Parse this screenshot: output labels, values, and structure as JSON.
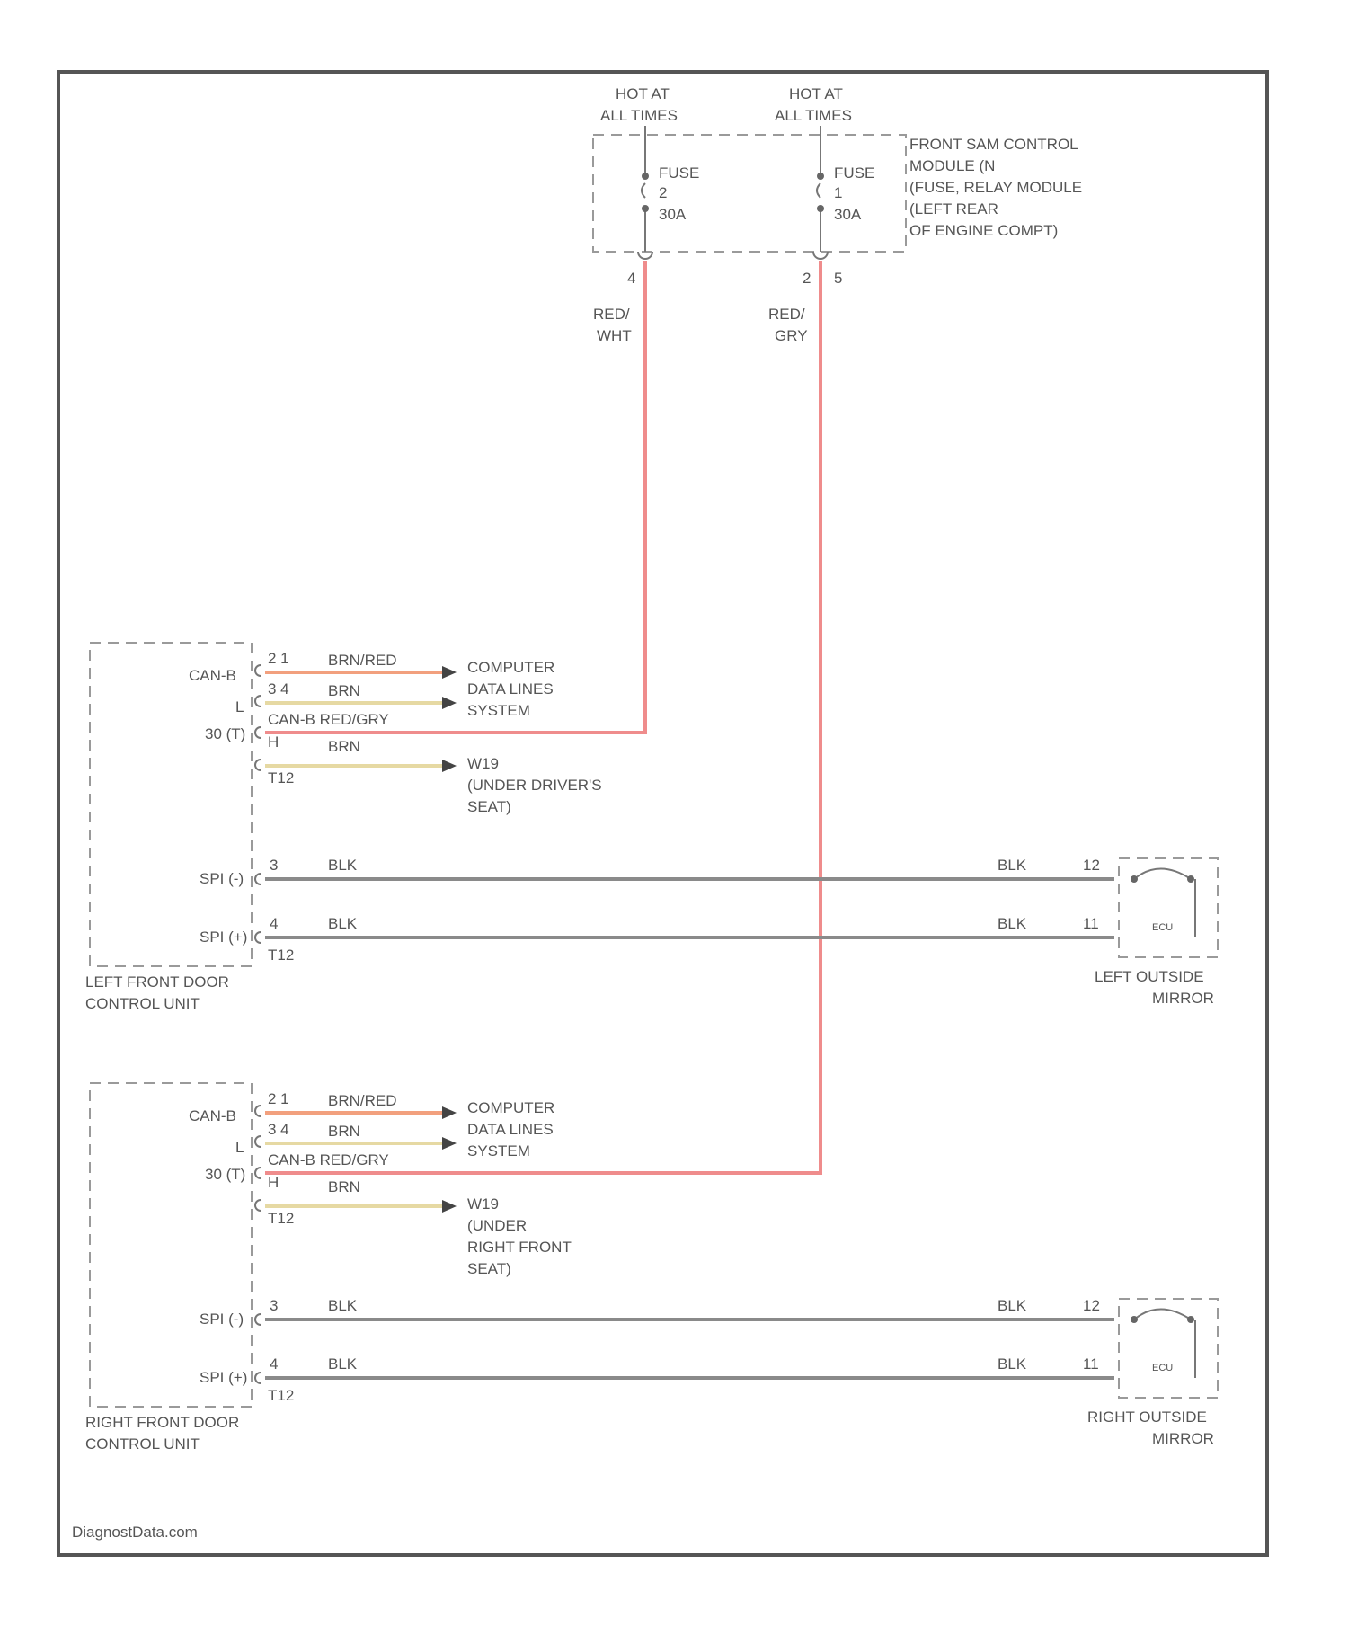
{
  "fuse_block": {
    "hot_left": [
      "HOT AT",
      "ALL TIMES"
    ],
    "hot_right": [
      "HOT AT",
      "ALL TIMES"
    ],
    "fuse_left": [
      "FUSE",
      "2",
      "30A"
    ],
    "fuse_right": [
      "FUSE",
      "1",
      "30A"
    ],
    "module_label": [
      "FRONT SAM CONTROL",
      "MODULE (N",
      "(FUSE, RELAY MODULE",
      "(LEFT REAR",
      "OF ENGINE COMPT)"
    ],
    "pin_left": "4",
    "pin_right_a": "2",
    "pin_right_b": "5"
  },
  "feed_wires": {
    "left": [
      "RED/",
      "WHT"
    ],
    "right": [
      "RED/",
      "GRY"
    ]
  },
  "left_door": {
    "unit_label": [
      "LEFT FRONT DOOR",
      "CONTROL UNIT"
    ],
    "can_label": "CAN-B",
    "pin_can1": "2 1",
    "pin_can2": "3 4",
    "pin_l": "L",
    "pin_30": "30 (T)",
    "pin_h": "H",
    "conn_t1": "T12",
    "wire_can1": "BRN/RED",
    "wire_can2": "BRN",
    "wire_can_red": "CAN-B RED/GRY",
    "wire_brn": "BRN",
    "computer_label": [
      "COMPUTER",
      "DATA LINES",
      "SYSTEM"
    ],
    "ground_label": [
      "W19",
      "(UNDER DRIVER'S",
      "SEAT)"
    ],
    "mirror_pin1_left": "3",
    "mirror_pin2_left": "4",
    "mirror_sig1": "SPI (-)",
    "mirror_sig2": "SPI (+)",
    "mirror_conn": "T12",
    "mirror_wire": "BLK",
    "mirror_pin1_right": "12",
    "mirror_pin2_right": "11",
    "mirror_motor": "ECU",
    "mirror_label": [
      "LEFT OUTSIDE",
      "MIRROR"
    ]
  },
  "right_door": {
    "unit_label": [
      "RIGHT FRONT DOOR",
      "CONTROL UNIT"
    ],
    "can_label": "CAN-B",
    "pin_can1": "2 1",
    "pin_can2": "3 4",
    "pin_l": "L",
    "pin_30": "30 (T)",
    "pin_h": "H",
    "conn_t1": "T12",
    "wire_can1": "BRN/RED",
    "wire_can2": "BRN",
    "wire_can_red": "CAN-B RED/GRY",
    "wire_brn": "BRN",
    "computer_label": [
      "COMPUTER",
      "DATA LINES",
      "SYSTEM"
    ],
    "ground_label": [
      "W19",
      "(UNDER",
      "RIGHT FRONT",
      "SEAT)"
    ],
    "mirror_pin1_left": "3",
    "mirror_pin2_left": "4",
    "mirror_sig1": "SPI (-)",
    "mirror_sig2": "SPI (+)",
    "mirror_conn": "T12",
    "mirror_wire": "BLK",
    "mirror_pin1_right": "12",
    "mirror_pin2_right": "11",
    "mirror_motor": "ECU",
    "mirror_label": [
      "RIGHT OUTSIDE",
      "MIRROR"
    ]
  },
  "footer": "DiagnostData.com",
  "colors": {
    "red_wire": "#ef8c8c",
    "orange_wire": "#f2a07e",
    "yellow_wire": "#e6d9a3",
    "black_wire": "#8a8a8a"
  }
}
